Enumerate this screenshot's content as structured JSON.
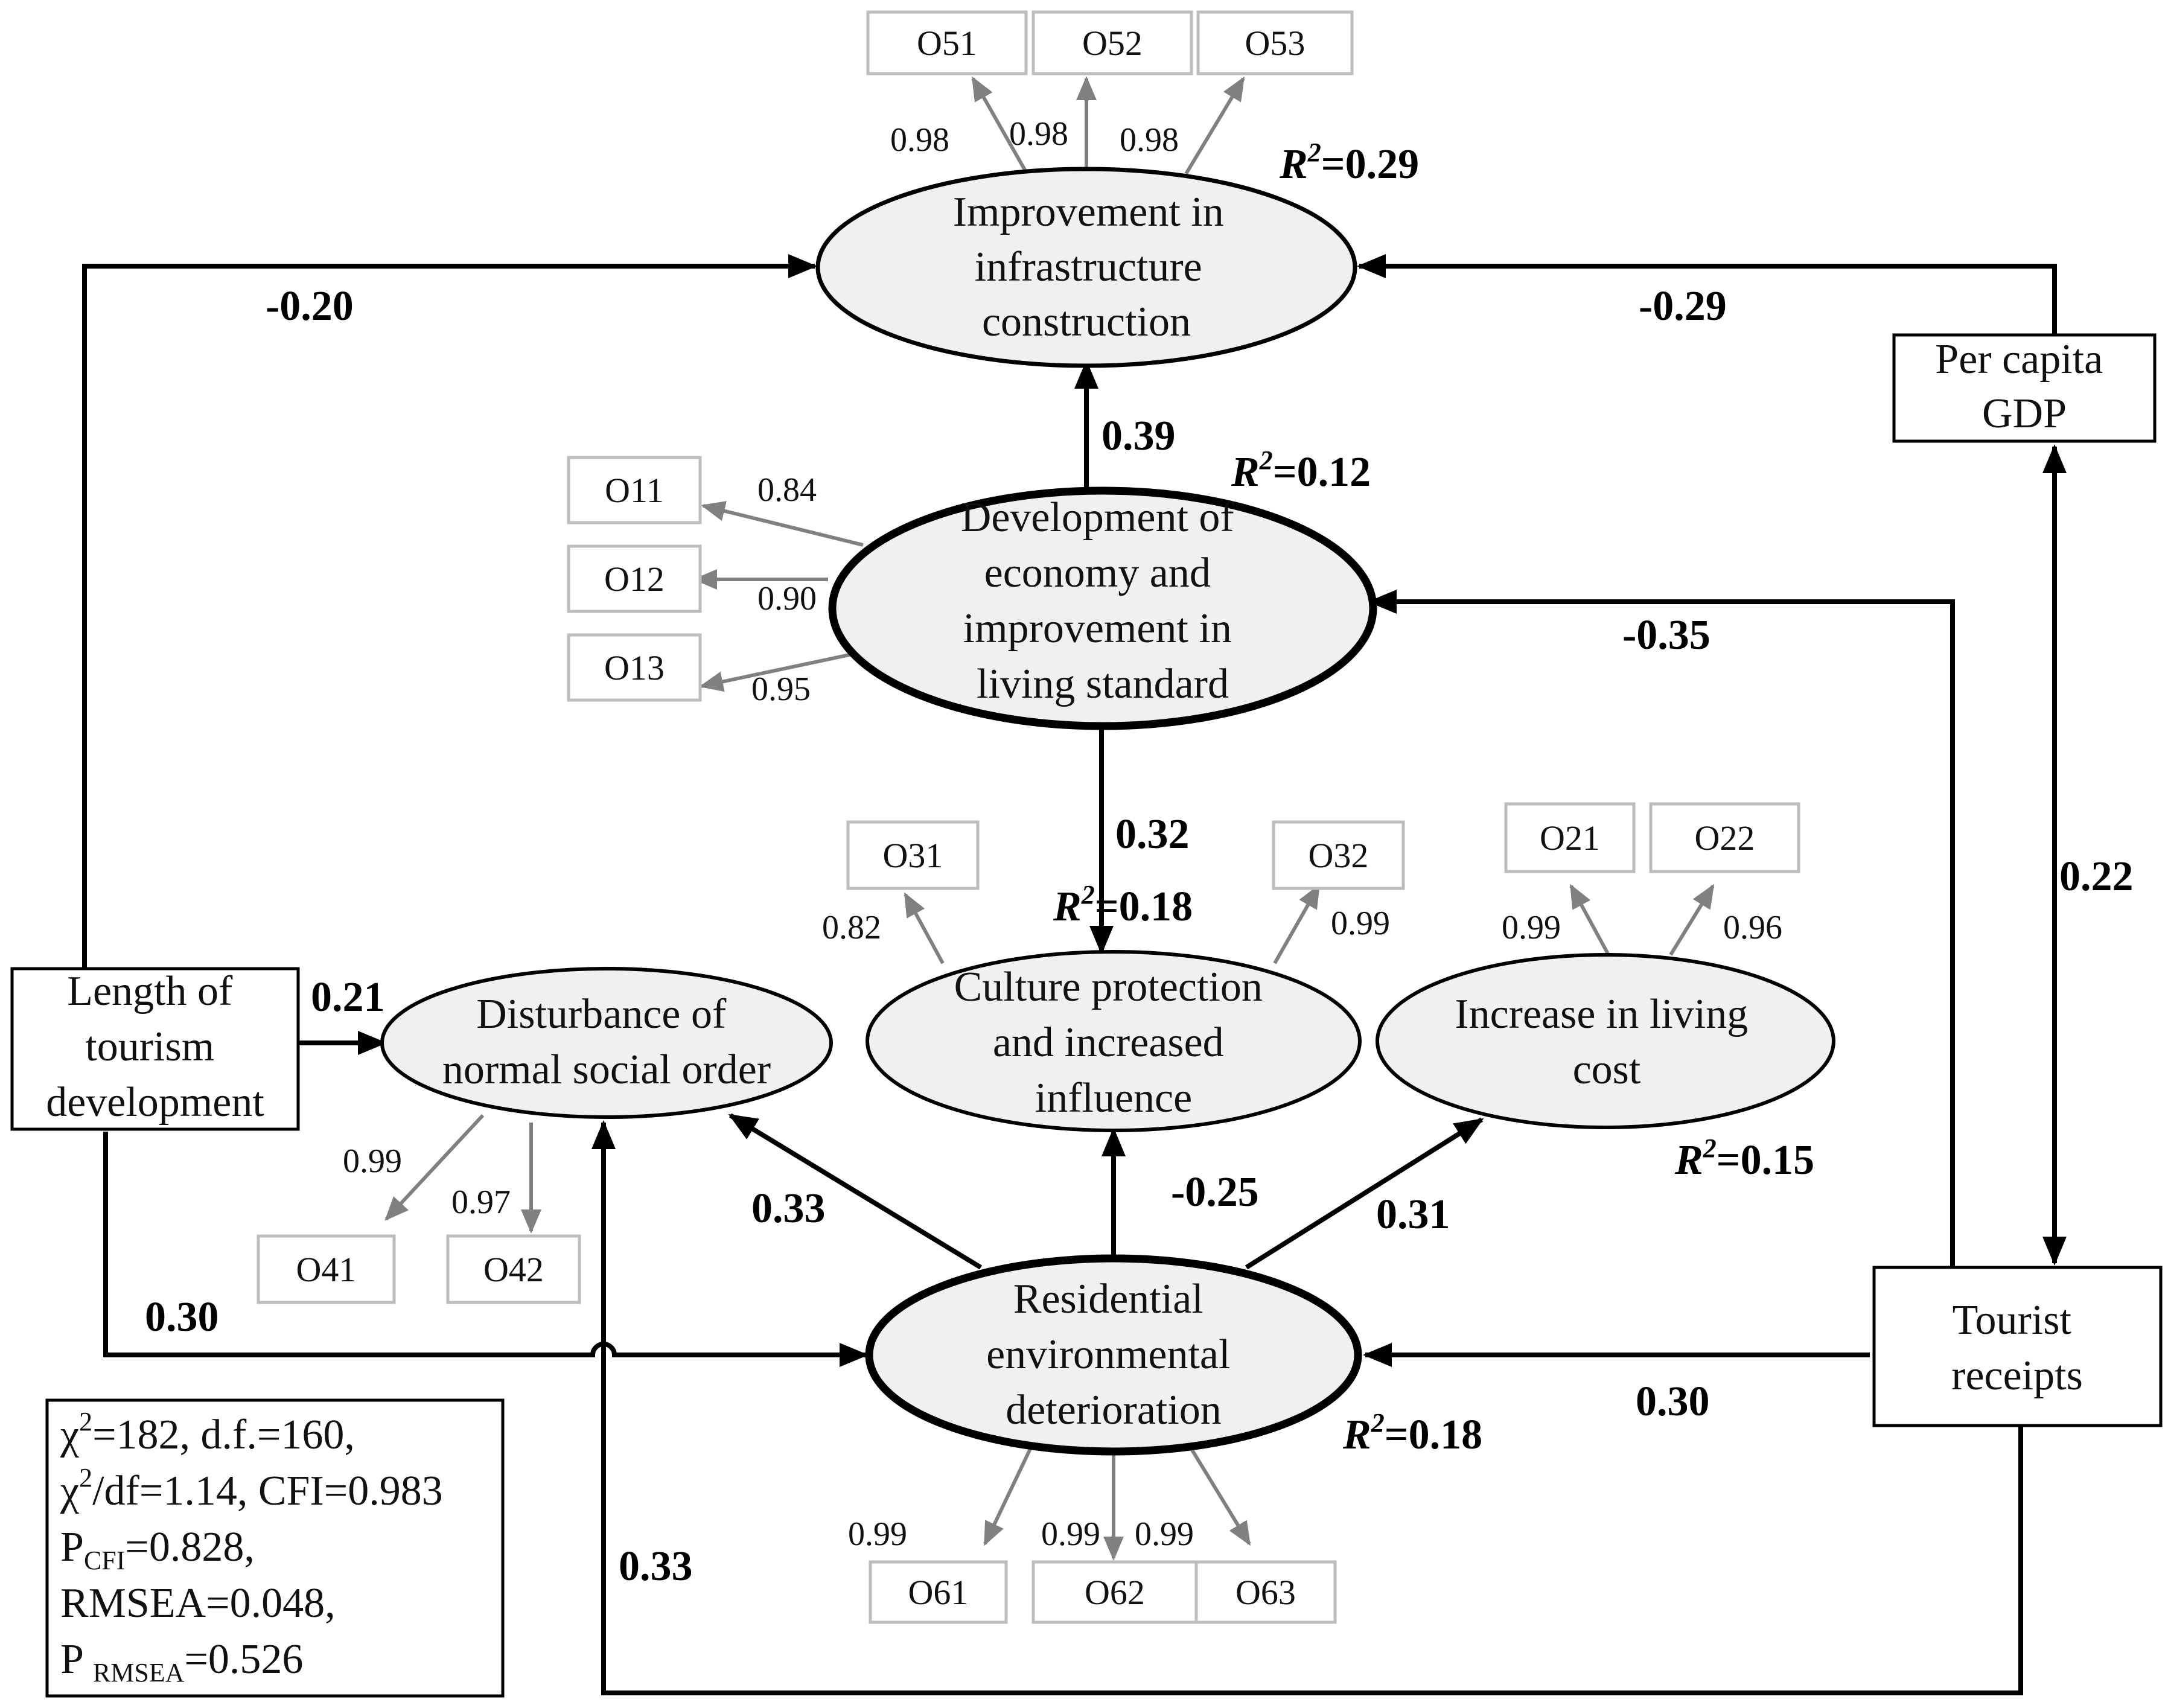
{
  "latents": {
    "infra": {
      "lines": [
        "Improvement in",
        "infrastructure",
        "construction"
      ],
      "r2": "0.29"
    },
    "econ": {
      "lines": [
        "Development of",
        "economy and",
        "improvement in",
        "living standard"
      ],
      "r2": "0.12"
    },
    "culture": {
      "lines": [
        "Culture protection",
        "and increased",
        "influence"
      ],
      "r2": "0.18"
    },
    "disturb": {
      "lines": [
        "Disturbance of",
        "normal social order"
      ],
      "r2": ""
    },
    "cost": {
      "lines": [
        "Increase in  living",
        "cost"
      ],
      "r2": "0.15"
    },
    "resid": {
      "lines": [
        "Residential",
        "environmental",
        "deterioration"
      ],
      "r2": "0.18"
    }
  },
  "r2_label": "R",
  "r2_sup": "2",
  "r2_eq": "=",
  "boxes": {
    "gdp": {
      "lines": [
        "Per capita",
        "GDP"
      ]
    },
    "length": {
      "lines": [
        "Length of",
        "tourism",
        "development"
      ]
    },
    "receipts": {
      "lines": [
        "Tourist",
        "receipts"
      ]
    }
  },
  "observed": {
    "O51": "O51",
    "O52": "O52",
    "O53": "O53",
    "O11": "O11",
    "O12": "O12",
    "O13": "O13",
    "O31": "O31",
    "O32": "O32",
    "O21": "O21",
    "O22": "O22",
    "O41": "O41",
    "O42": "O42",
    "O61": "O61",
    "O62": "O62",
    "O63": "O63"
  },
  "loadings": {
    "O51": "0.98",
    "O52": "0.98",
    "O53": "0.98",
    "O11": "0.84",
    "O12": "0.90",
    "O13": "0.95",
    "O31": "0.82",
    "O32": "0.99",
    "O21": "0.99",
    "O22": "0.96",
    "O41": "0.99",
    "O42": "0.97",
    "O61": "0.99",
    "O62": "0.99",
    "O63": "0.99"
  },
  "paths": {
    "length_infra": "-0.20",
    "gdp_infra": "-0.29",
    "econ_infra": "0.39",
    "receipts_econ": "-0.35",
    "econ_culture": "0.32",
    "gdp_receipts": "0.22",
    "length_disturb": "0.21",
    "length_resid": "0.30",
    "resid_disturb": "0.33",
    "resid_culture": "-0.25",
    "resid_cost": "0.31",
    "receipts_resid": "0.30",
    "receipts_disturb": "0.33"
  },
  "fit": {
    "chi": "χ",
    "sup2": "2",
    "line1_rest": "=182, d.f.=160,",
    "line2_rest": "/df=1.14, CFI=0.983",
    "pcfi_p": "P",
    "pcfi_sub": "CFI",
    "pcfi_val": "=0.828,",
    "rmsea": "RMSEA=0.048,",
    "prmsea_p": "P ",
    "prmsea_sub": "RMSEA",
    "prmsea_val": "=0.526"
  },
  "colors": {
    "latent_fill": "#f0f0f0",
    "observed_border": "#bdbdbd",
    "loading_arrow": "#808080",
    "path_arrow": "#000000"
  }
}
